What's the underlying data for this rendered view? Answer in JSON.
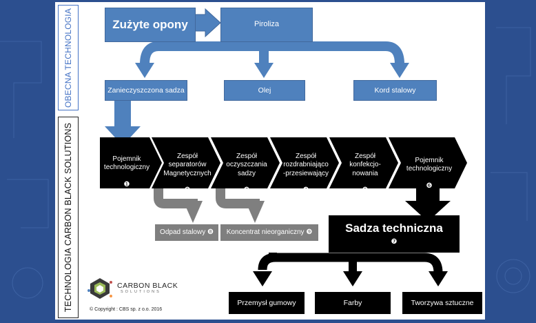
{
  "side_labels": {
    "current": "OBECNA TECHNOLOGIA",
    "cbs": "TECHNOLOGIA CARBON BLACK SOLUTIONS"
  },
  "top": {
    "input": "Zużyte opony",
    "process": "Piroliza"
  },
  "products": [
    "Zanieczyszczona sadza",
    "Olej",
    "Kord stalowy"
  ],
  "stages": [
    {
      "label": "Pojemnik\ntechnologiczny",
      "num": "❶"
    },
    {
      "label": "Zespół\nseparatorów\nMagnetycznych",
      "num": "❷"
    },
    {
      "label": "Zespół\noczyszczania\nsadzy",
      "num": "❸"
    },
    {
      "label": "Zespół\nrozdrabniająco\n-przesiewający",
      "num": "❹"
    },
    {
      "label": "Zespół\nkonfekcjo-\nnowania",
      "num": "❺"
    },
    {
      "label": "Pojemnik\ntechnologiczny",
      "num": "❻"
    }
  ],
  "waste": [
    "Odpad stalowy ❽",
    "Koncentrat nieorganiczny ❾"
  ],
  "main_product": {
    "label": "Sadza techniczna",
    "num": "❼"
  },
  "applications": [
    "Przemysł gumowy",
    "Farby",
    "Tworzywa sztuczne"
  ],
  "logo": {
    "line1": "CARBON BLACK",
    "line2": "SOLUTIONS"
  },
  "copyright": "© Copyright : CBS sp. z o.o. 2016",
  "colors": {
    "blue": "#4f81bd",
    "gray": "#7f7f7f",
    "black": "#000000",
    "background": "#2c4f8f"
  }
}
